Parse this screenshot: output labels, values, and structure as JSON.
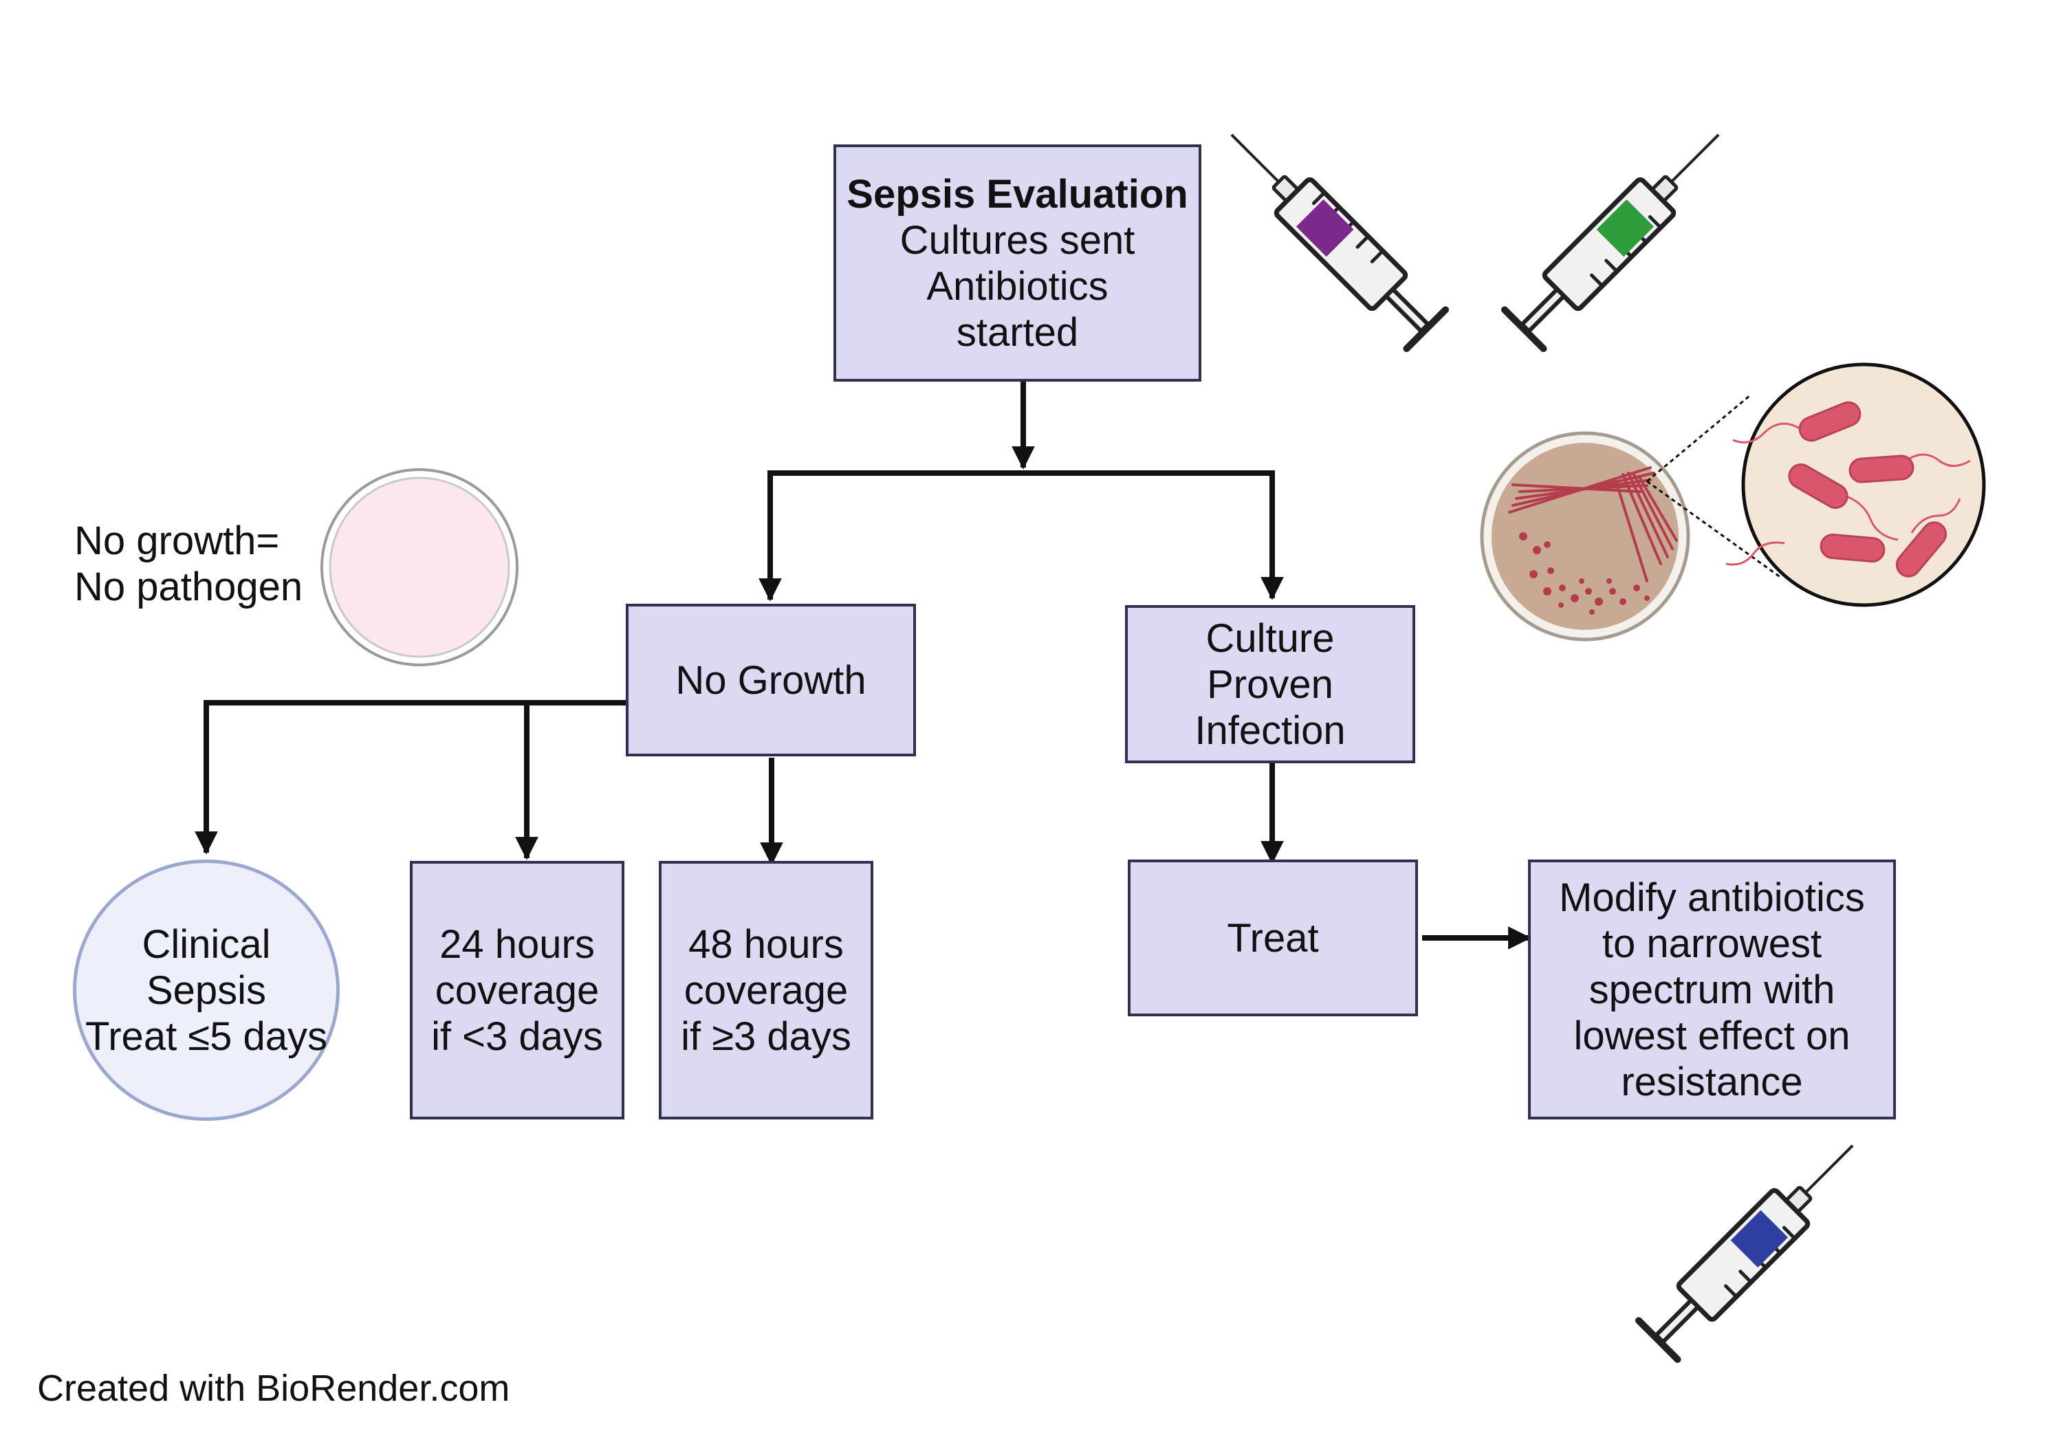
{
  "nodes": {
    "sepsis_evaluation": {
      "title": "Sepsis Evaluation",
      "line1": "Cultures sent",
      "line2": "Antibiotics",
      "line3": "started"
    },
    "no_growth": {
      "label": "No Growth"
    },
    "culture_proven": {
      "line1": "Culture",
      "line2": "Proven",
      "line3": "Infection"
    },
    "clinical_sepsis": {
      "line1": "Clinical",
      "line2": "Sepsis",
      "line3": "Treat ≤5 days"
    },
    "coverage_24h": {
      "line1": "24 hours",
      "line2": "coverage",
      "line3": "if <3 days"
    },
    "coverage_48h": {
      "line1": "48 hours",
      "line2": "coverage",
      "line3": "if ≥3 days"
    },
    "treat": {
      "label": "Treat"
    },
    "modify_antibiotics": {
      "line1": "Modify antibiotics",
      "line2": "to narrowest",
      "line3": "spectrum with",
      "line4": "lowest effect on",
      "line5": "resistance"
    }
  },
  "note": {
    "line1": "No growth=",
    "line2": "No pathogen"
  },
  "credit": "Created with BioRender.com",
  "colors": {
    "box_fill": "#dcdaf2",
    "box_border": "#303050",
    "circle_fill": "#edf0fb",
    "circle_border": "#9aa8cf",
    "arrow": "#111111",
    "syringe_purple": "#7b2a8c",
    "syringe_green": "#2e9c3b",
    "syringe_blue": "#2e3fa0",
    "empty_plate": "#fde7ef",
    "culture_plate": "#c8aa94",
    "bacteria": "#d9566b",
    "inset_background": "#f3e6d6"
  },
  "icons": [
    "syringe-icon",
    "petri-dish-icon",
    "culture-plate-icon",
    "bacteria-icon"
  ]
}
